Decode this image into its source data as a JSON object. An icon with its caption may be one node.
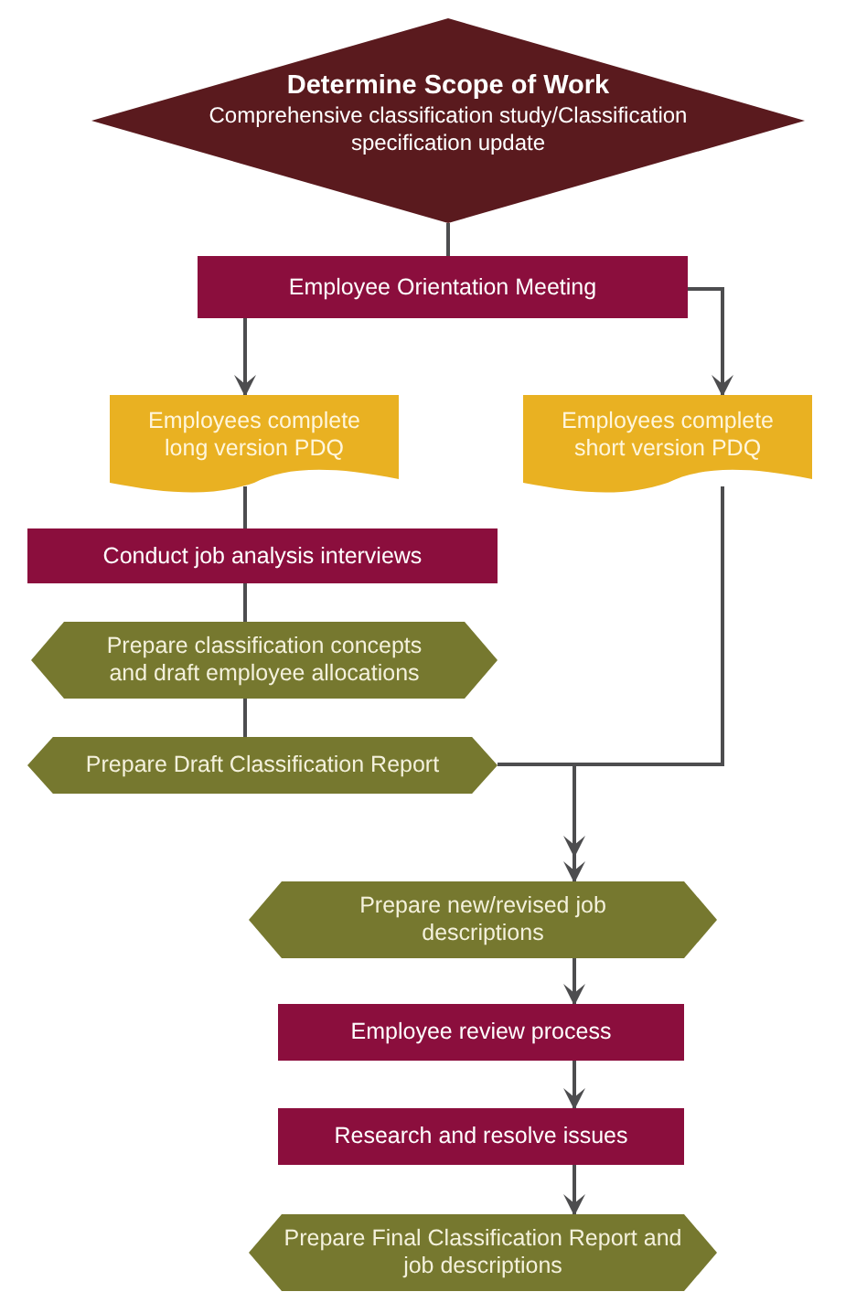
{
  "diagram": {
    "nodes": [
      {
        "text": [
          "Determine Scope of Work",
          "Comprehensive classification study/Classification specification update"
        ]
      },
      {
        "text": [
          "Employee Orientation Meeting"
        ]
      },
      {
        "text": [
          "Employees complete long version PDQ"
        ]
      },
      {
        "text": [
          "Employees complete short version PDQ"
        ]
      },
      {
        "text": [
          "Conduct job analysis interviews"
        ]
      },
      {
        "text": [
          "Prepare classification concepts and draft employee allocations"
        ]
      },
      {
        "text": [
          "Prepare Draft Classification Report"
        ]
      },
      {
        "text": [
          "Prepare new/revised job descriptions"
        ]
      },
      {
        "text": [
          "Employee review process"
        ]
      },
      {
        "text": [
          "Research and resolve issues"
        ]
      },
      {
        "text": [
          "Prepare Final Classification Report and job descriptions"
        ]
      }
    ],
    "edges": [
      {
        "from": 0,
        "to": 1,
        "arrow": "none"
      },
      {
        "from": 1,
        "to": 2,
        "arrow": "to"
      },
      {
        "from": 1,
        "to": 3,
        "arrow": "to"
      },
      {
        "from": 2,
        "to": 4,
        "arrow": "none"
      },
      {
        "from": 4,
        "to": 5,
        "arrow": "none"
      },
      {
        "from": 5,
        "to": 6,
        "arrow": "none"
      },
      {
        "from": 6,
        "to": 7,
        "arrow": "to"
      },
      {
        "from": 3,
        "to": 7,
        "arrow": "to"
      },
      {
        "from": 7,
        "to": 8,
        "arrow": "to"
      },
      {
        "from": 8,
        "to": 9,
        "arrow": "to"
      },
      {
        "from": 9,
        "to": 10,
        "arrow": "to"
      }
    ]
  }
}
